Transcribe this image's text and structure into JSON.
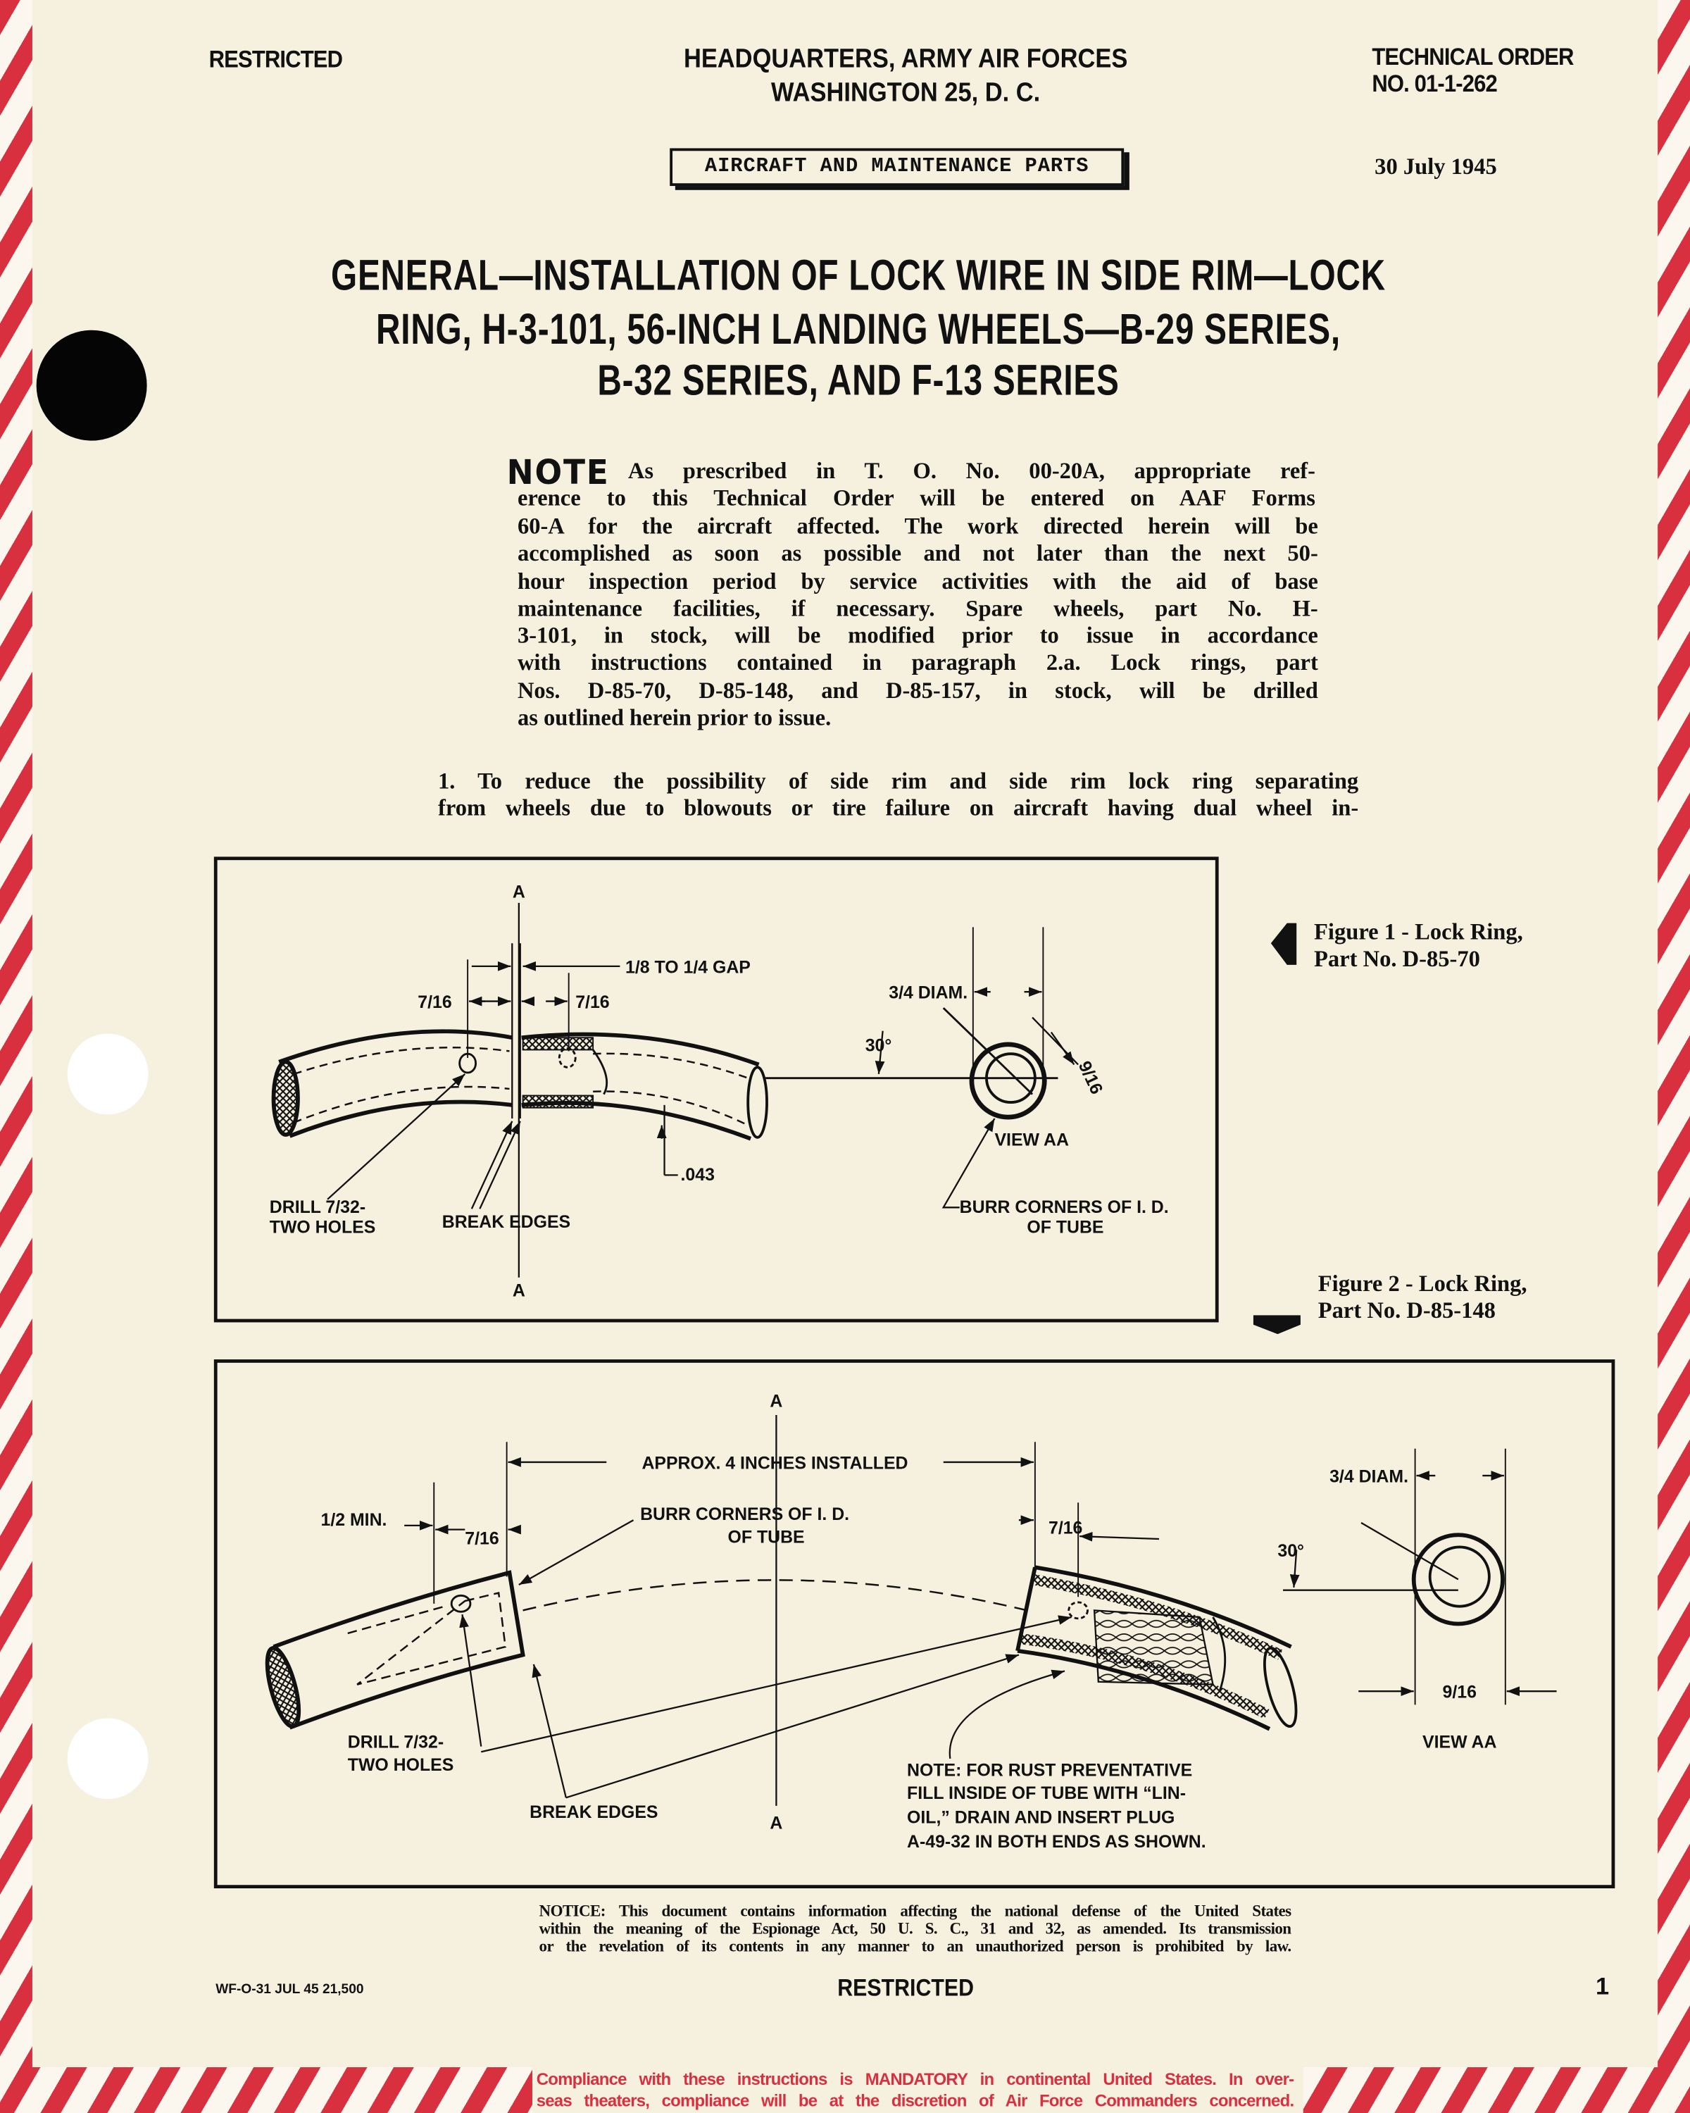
{
  "header": {
    "classification": "RESTRICTED",
    "org_line1": "HEADQUARTERS, ARMY AIR FORCES",
    "org_line2": "WASHINGTON 25, D. C.",
    "to_line1": "TECHNICAL ORDER",
    "to_line2": "NO. 01-1-262",
    "category": "AIRCRAFT AND MAINTENANCE PARTS",
    "date": "30 July 1945"
  },
  "title": [
    "GENERAL—INSTALLATION OF LOCK WIRE IN SIDE RIM—LOCK",
    "RING, H-3-101, 56-INCH LANDING WHEELS—B-29 SERIES,",
    "B-32 SERIES, AND F-13 SERIES"
  ],
  "note": {
    "label": "NOTE",
    "lines": [
      "As prescribed in T. O. No. 00-20A, appropriate ref-",
      "erence to this Technical Order will be entered on AAF Forms",
      "60-A for the aircraft affected. The work directed herein will be",
      "accomplished as soon as possible and not later than the next 50-",
      "hour inspection period by service activities with the aid of base",
      "maintenance facilities, if necessary. Spare wheels, part No. H-",
      "3-101, in stock, will be modified prior to issue in accordance",
      "with instructions contained in paragraph 2.a. Lock rings, part",
      "Nos. D-85-70, D-85-148, and D-85-157, in stock, will be drilled",
      "as outlined herein prior to issue."
    ]
  },
  "paragraph1": [
    "1. To reduce the possibility of side rim and side rim lock ring separating",
    "from wheels due to blowouts or tire failure on aircraft having dual wheel in-"
  ],
  "figure1": {
    "caption_line1": "Figure 1 - Lock Ring,",
    "caption_line2": "Part No. D-85-70",
    "labels": {
      "section_a_top": "A",
      "section_a_bottom": "A",
      "gap": "1/8 TO 1/4 GAP",
      "dim_left": "7/16",
      "dim_right": "7/16",
      "diam": "3/4 DIAM.",
      "angle": "30°",
      "dim_diag": "9/16",
      "thickness": ".043",
      "view": "VIEW AA",
      "drill_1": "DRILL 7/32-",
      "drill_2": "TWO HOLES",
      "break_edges": "BREAK EDGES",
      "burr_1": "BURR CORNERS OF I. D.",
      "burr_2": "OF TUBE"
    }
  },
  "figure2": {
    "caption_line1": "Figure 2 - Lock Ring,",
    "caption_line2": "Part No. D-85-148",
    "labels": {
      "section_a_top": "A",
      "section_a_bottom": "A",
      "approx": "APPROX. 4 INCHES INSTALLED",
      "min": "1/2 MIN.",
      "dim_left": "7/16",
      "dim_right": "7/16",
      "burr_1": "BURR CORNERS OF I. D.",
      "burr_2": "OF TUBE",
      "diam": "3/4 DIAM.",
      "angle": "30°",
      "dim_bottom": "9/16",
      "view": "VIEW AA",
      "drill_1": "DRILL 7/32-",
      "drill_2": "TWO HOLES",
      "break_edges": "BREAK EDGES",
      "note_1": "NOTE:  FOR RUST PREVENTATIVE",
      "note_2": "FILL INSIDE OF TUBE WITH “LIN-",
      "note_3": "OIL,” DRAIN AND INSERT PLUG",
      "note_4": "A-49-32 IN BOTH ENDS AS SHOWN."
    }
  },
  "notice": [
    "NOTICE: This document contains information affecting the national defense of the United States",
    "within the meaning of the Espionage Act, 50 U. S. C., 31 and 32, as amended. Its transmission",
    "or the revelation of its contents in any manner to an unauthorized person is prohibited by law."
  ],
  "footer": {
    "print_code": "WF-O-31 JUL 45 21,500",
    "classification": "RESTRICTED",
    "page_number": "1",
    "compliance": [
      "Compliance with these instructions is MANDATORY in continental United States. In over-",
      "seas theaters, compliance will be at the discretion of Air Force Commanders concerned."
    ]
  },
  "colors": {
    "border_stripe": "#d8303f",
    "paper": "#f6f0df",
    "compliance_text": "#d8303f"
  }
}
